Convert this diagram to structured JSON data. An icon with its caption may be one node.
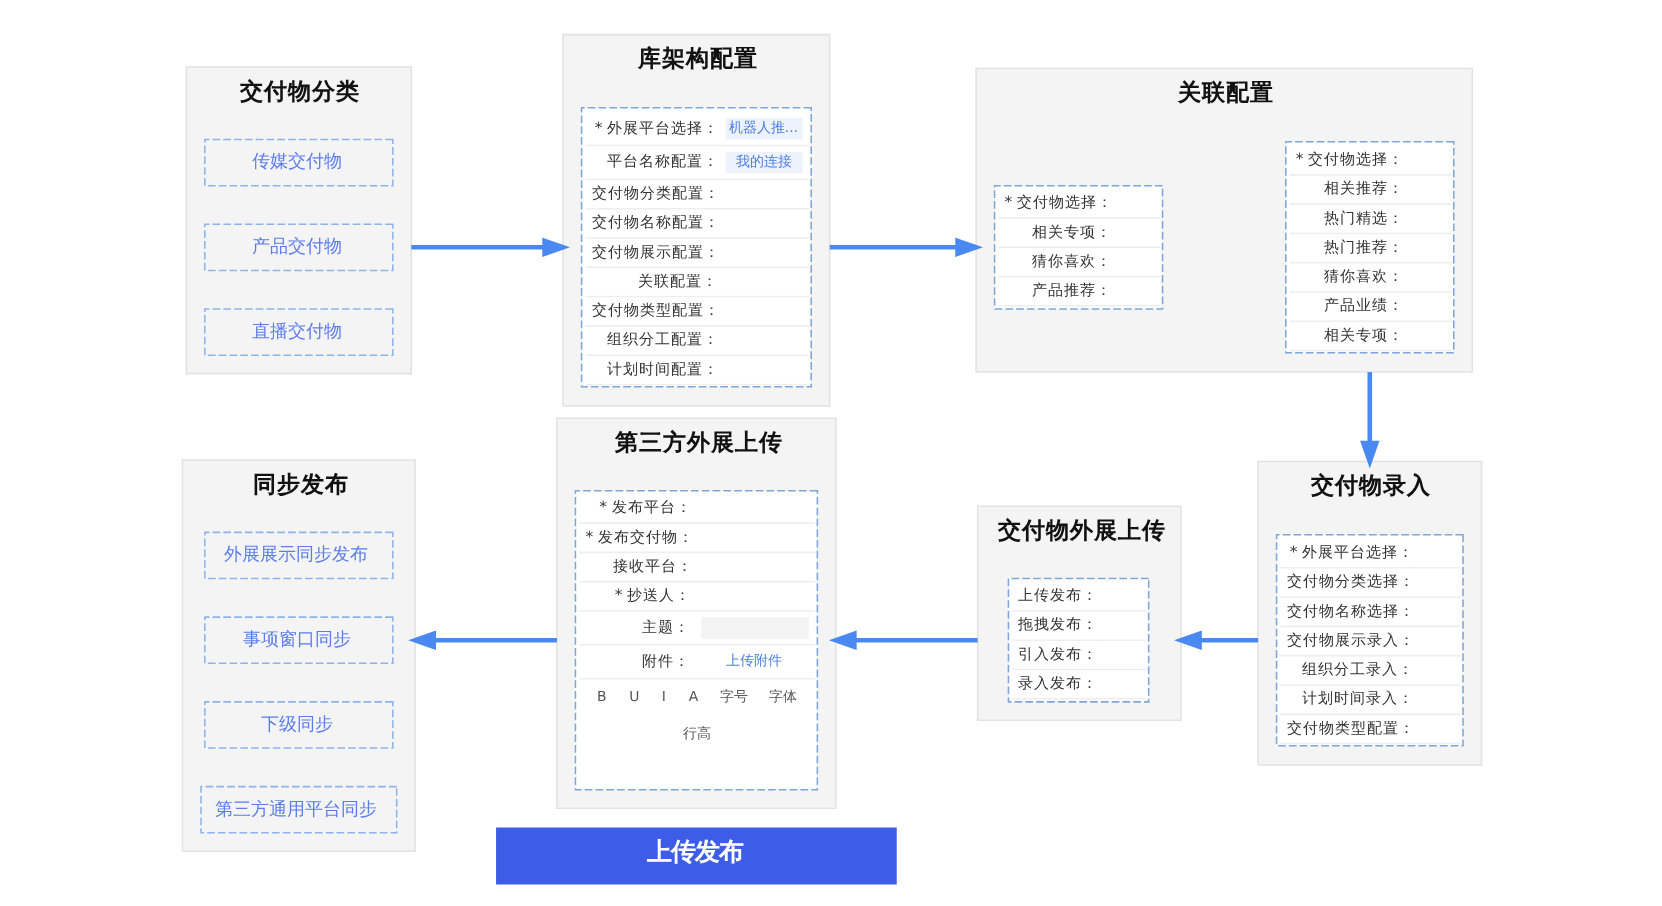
{
  "diagram": {
    "nodes": [
      {
        "text": [
          "交付物分类"
        ]
      },
      {
        "text": [
          "传媒交付物"
        ],
        "in": 0
      },
      {
        "text": [
          "产品交付物"
        ],
        "in": 0
      },
      {
        "text": [
          "直播交付物"
        ],
        "in": 0
      },
      {
        "text": [
          "库架构配置"
        ]
      },
      {
        "text": [
          "* 外展平台选择：",
          "机器人推...",
          "平台名称配置：",
          "我的连接",
          "交付物分类配置：",
          "交付物名称配置：",
          "交付物展示配置：",
          "关联配置：",
          "交付物类型配置：",
          "组织分工配置：",
          "计划时间配置："
        ],
        "in": 4
      },
      {
        "text": [
          "关联配置"
        ]
      },
      {
        "text": [
          "* 交付物选择：",
          "相关专项：",
          "猜你喜欢：",
          "产品推荐："
        ],
        "in": 6
      },
      {
        "text": [
          "* 交付物选择：",
          "相关推荐：",
          "热门精选：",
          "热门推荐：",
          "猜你喜欢：",
          "产品业绩：",
          "相关专项："
        ],
        "in": 6
      },
      {
        "text": [
          "同步发布"
        ]
      },
      {
        "text": [
          "外展展示同步发布"
        ],
        "in": 9
      },
      {
        "text": [
          "事项窗口同步"
        ],
        "in": 9
      },
      {
        "text": [
          "下级同步"
        ],
        "in": 9
      },
      {
        "text": [
          "第三方通用平台同步"
        ],
        "in": 9
      },
      {
        "text": [
          "第三方外展上传"
        ]
      },
      {
        "text": [
          "* 发布平台：",
          "* 发布交付物：",
          "接收平台：",
          "* 抄送人：",
          "主题：",
          "附件：",
          "上传附件",
          "B",
          "U",
          "I",
          "A",
          "字号",
          "字体",
          "行高"
        ],
        "in": 14
      },
      {
        "text": [
          "交付物外展上传"
        ]
      },
      {
        "text": [
          "上传发布：",
          "拖拽发布：",
          "引入发布：",
          "录入发布："
        ],
        "in": 16
      },
      {
        "text": [
          "交付物录入"
        ]
      },
      {
        "text": [
          "* 外展平台选择：",
          "交付物分类选择：",
          "交付物名称选择：",
          "交付物展示录入：",
          "组织分工录入：",
          "计划时间录入：",
          "交付物类型配置："
        ],
        "in": 18
      },
      {
        "text": [
          "上传发布"
        ]
      }
    ],
    "edges": [
      {
        "from": 0,
        "to": 4,
        "arrow": "to"
      },
      {
        "from": 4,
        "to": 6,
        "arrow": "to"
      },
      {
        "from": 6,
        "to": 18,
        "arrow": "to"
      },
      {
        "from": 18,
        "to": 16,
        "arrow": "to"
      },
      {
        "from": 16,
        "to": 14,
        "arrow": "to"
      },
      {
        "from": 14,
        "to": 9,
        "arrow": "to"
      }
    ]
  }
}
